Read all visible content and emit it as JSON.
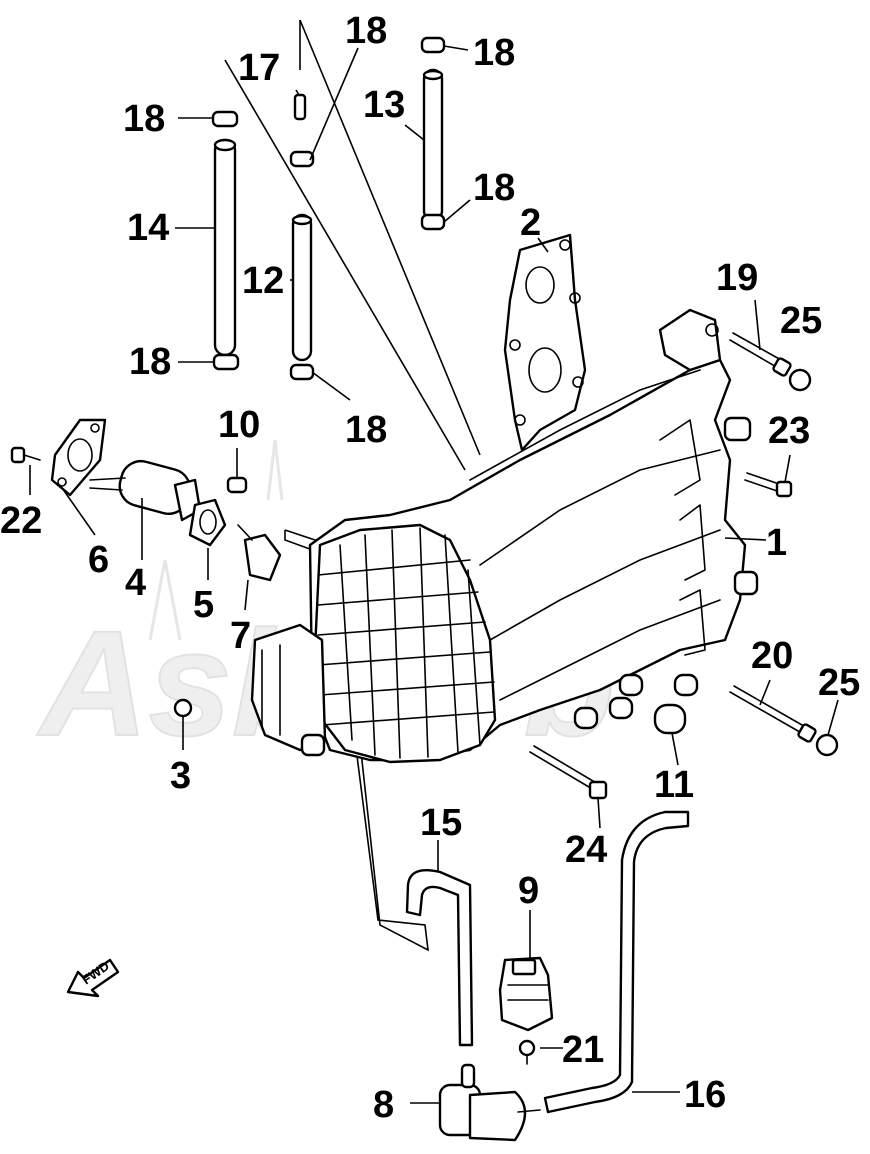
{
  "diagram": {
    "watermark_text": "Asbrerb",
    "fwd_label": "FWD",
    "callouts": [
      {
        "id": "c1",
        "label": "1"
      },
      {
        "id": "c2",
        "label": "2"
      },
      {
        "id": "c3",
        "label": "3"
      },
      {
        "id": "c4",
        "label": "4"
      },
      {
        "id": "c5",
        "label": "5"
      },
      {
        "id": "c6",
        "label": "6"
      },
      {
        "id": "c7",
        "label": "7"
      },
      {
        "id": "c8",
        "label": "8"
      },
      {
        "id": "c9",
        "label": "9"
      },
      {
        "id": "c10",
        "label": "10"
      },
      {
        "id": "c11",
        "label": "11"
      },
      {
        "id": "c12",
        "label": "12"
      },
      {
        "id": "c13",
        "label": "13"
      },
      {
        "id": "c14",
        "label": "14"
      },
      {
        "id": "c15",
        "label": "15"
      },
      {
        "id": "c16",
        "label": "16"
      },
      {
        "id": "c17",
        "label": "17"
      },
      {
        "id": "c18a",
        "label": "18"
      },
      {
        "id": "c18b",
        "label": "18"
      },
      {
        "id": "c18c",
        "label": "18"
      },
      {
        "id": "c18d",
        "label": "18"
      },
      {
        "id": "c18e",
        "label": "18"
      },
      {
        "id": "c18f",
        "label": "18"
      },
      {
        "id": "c19",
        "label": "19"
      },
      {
        "id": "c20",
        "label": "20"
      },
      {
        "id": "c21",
        "label": "21"
      },
      {
        "id": "c22",
        "label": "22"
      },
      {
        "id": "c23",
        "label": "23"
      },
      {
        "id": "c24",
        "label": "24"
      },
      {
        "id": "c25a",
        "label": "25"
      },
      {
        "id": "c25b",
        "label": "25"
      }
    ]
  }
}
